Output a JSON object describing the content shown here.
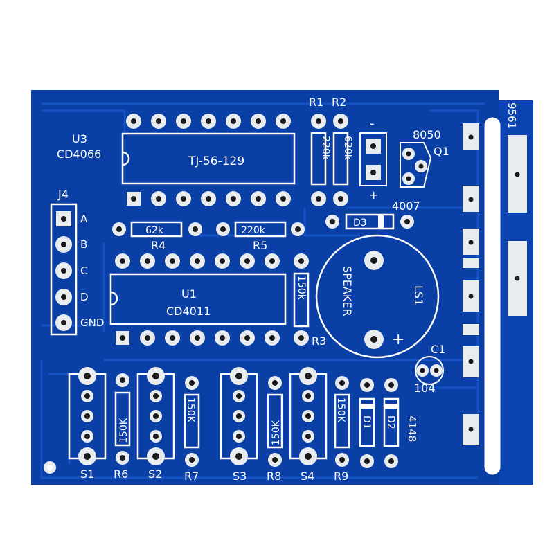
{
  "colors": {
    "board": "#0a3fa6",
    "board_dark": "#08348a",
    "trace": "#1552c4",
    "silk": "#ffffff",
    "pad": "#e9ecef",
    "hole": "#1a1a1a",
    "background": "#ffffff"
  },
  "labels": {
    "u3_ref": "U3",
    "u3_part": "CD4066",
    "u3_chip": "TJ-56-129",
    "r1": "R1",
    "r2": "R2",
    "r1_val": "220k",
    "r2_val": "620k",
    "minus": "-",
    "plus": "+",
    "q1_part": "8050",
    "q1_ref": "Q1",
    "rev": "9561",
    "j4": "J4",
    "pin_a": "A",
    "pin_b": "B",
    "pin_c": "C",
    "pin_d": "D",
    "pin_gnd": "GND",
    "r4_val": "62k",
    "r4": "R4",
    "r5_val": "220k",
    "r5": "R5",
    "d3": "D3",
    "d3_part": "4007",
    "u1_ref": "U1",
    "u1_part": "CD4011",
    "r3_val": "150k",
    "r3": "R3",
    "speaker": "SPEAKER",
    "ls1": "LS1",
    "c1": "C1",
    "c1_val": "104",
    "r6_val": "150K",
    "r7_val": "150K",
    "r8_val": "150K",
    "r9_val": "150K",
    "d1": "D1",
    "d2": "D2",
    "diode_part": "4148",
    "s1": "S1",
    "r6": "R6",
    "s2": "S2",
    "r7": "R7",
    "s3": "S3",
    "r8": "R8",
    "s4": "S4",
    "r9": "R9"
  }
}
